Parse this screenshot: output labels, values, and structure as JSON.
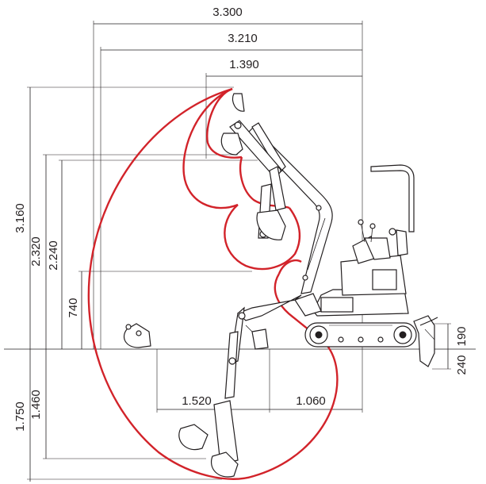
{
  "colors": {
    "line": "#231f20",
    "working_range": "#d2232a",
    "background": "#ffffff"
  },
  "dimensions": {
    "max_reach_ground": "3.300",
    "max_reach_top": "3.210",
    "min_swing_radius": "1.390",
    "max_dig_height": "3.160",
    "max_dump_height": "2.320",
    "dump_height_2": "2.240",
    "min_dump_height": "740",
    "max_dig_depth": "1.750",
    "max_vertical_wall_depth": "1.460",
    "reach_1": "1.520",
    "reach_2": "1.060",
    "blade_height": "190",
    "blade_depth": "240"
  }
}
